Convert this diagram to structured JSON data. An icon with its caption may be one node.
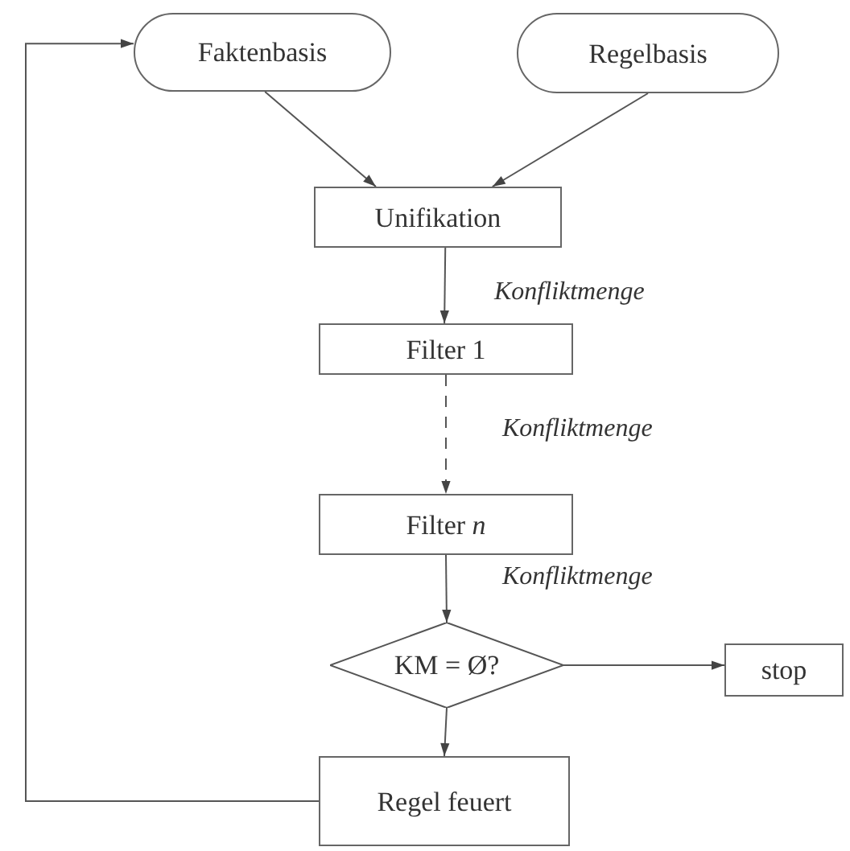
{
  "diagram": {
    "nodes": [
      {
        "text": [
          "Faktenbasis"
        ]
      },
      {
        "text": [
          "Regelbasis"
        ]
      },
      {
        "text": [
          "Unifikation"
        ]
      },
      {
        "text": [
          "Filter 1"
        ]
      },
      {
        "text": [
          "Filter *n*"
        ]
      },
      {
        "text": [
          "KM = Ø?"
        ]
      },
      {
        "text": [
          "stop"
        ]
      },
      {
        "text": [
          "Regel feuert"
        ]
      }
    ],
    "edges": [
      {
        "from": 0,
        "to": 2,
        "arrow": "to"
      },
      {
        "from": 1,
        "to": 2,
        "arrow": "to"
      },
      {
        "from": 2,
        "to": 3,
        "arrow": "to",
        "label": "Konfliktmenge"
      },
      {
        "from": 3,
        "to": 4,
        "arrow": "to",
        "label": "Konfliktmenge",
        "style": "dashed"
      },
      {
        "from": 4,
        "to": 5,
        "arrow": "to",
        "label": "Konfliktmenge"
      },
      {
        "from": 5,
        "to": 6,
        "arrow": "to"
      },
      {
        "from": 5,
        "to": 7,
        "arrow": "to"
      },
      {
        "from": 7,
        "to": 0,
        "arrow": "to"
      }
    ]
  }
}
